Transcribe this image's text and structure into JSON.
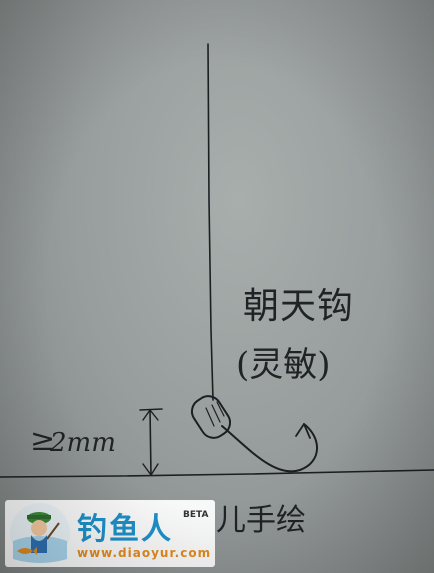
{
  "annotations": {
    "hook_name": "朝天钩",
    "hook_note": "(灵敏)",
    "distance": "2mm"
  },
  "signature_partial": "儿手绘",
  "watermark": {
    "brand": "钓鱼人",
    "badge": "BETA",
    "url": "www.diaoyur.com"
  },
  "colors": {
    "paper": "#979d9c",
    "ink": "#1c1f22",
    "brand_blue": "#1e8fc6",
    "url_orange": "#e08a1e"
  }
}
